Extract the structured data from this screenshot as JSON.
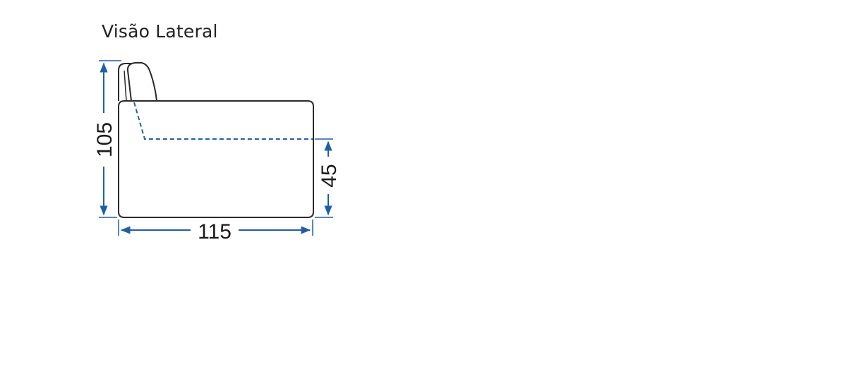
{
  "title": "Visão Lateral",
  "dimensions": {
    "total_height": "105",
    "seat_height": "45",
    "depth": "115"
  },
  "colors": {
    "outline": "#2a2a2a",
    "dimension_line": "#1f5fa8",
    "text": "#1a1a1a"
  }
}
